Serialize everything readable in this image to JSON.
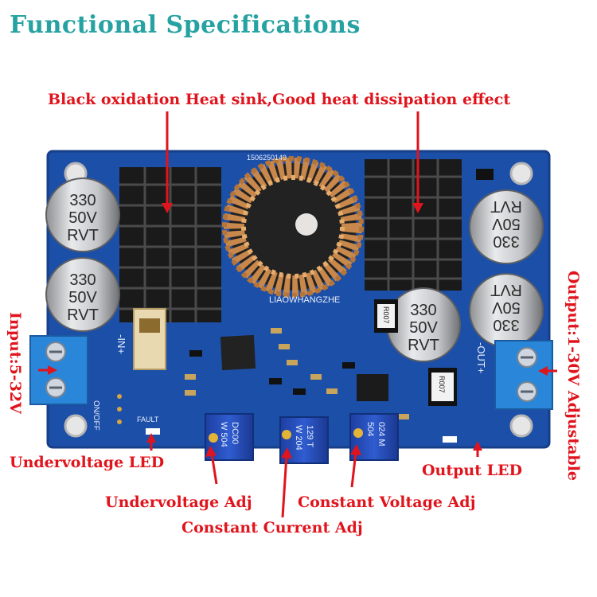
{
  "title": "Functional Specifications",
  "labels": {
    "heatsink": "Black oxidation Heat sink,Good heat dissipation effect",
    "input": "Input:5-32V",
    "output": "Output:1-30V Adjustable",
    "undervoltage_led": "Undervoltage LED",
    "undervoltage_adj": "Undervoltage Adj",
    "constant_current_adj": "Constant Current Adj",
    "constant_voltage_adj": "Constant Voltage Adj",
    "output_led": "Output LED"
  },
  "board": {
    "serial": "1506250149",
    "inductor_marking": "LIAOWHANGZHE",
    "cap_value": "330",
    "cap_voltage": "50V",
    "cap_brand": "RVT",
    "in_pins": "-IN+",
    "out_pins": "-OUT+",
    "on_off": "ON/OFF",
    "fault": "FAULT",
    "resistor": "R007",
    "pot_left": "W 504",
    "pot_left_sub": "DC00",
    "pot_mid": "W 204",
    "pot_mid_sub": "129 T",
    "pot_right": "504",
    "pot_right_sub": "024 M"
  },
  "colors": {
    "title": "#27a2a2",
    "callout": "#e0141c",
    "pcb": "#1c4fa8"
  }
}
